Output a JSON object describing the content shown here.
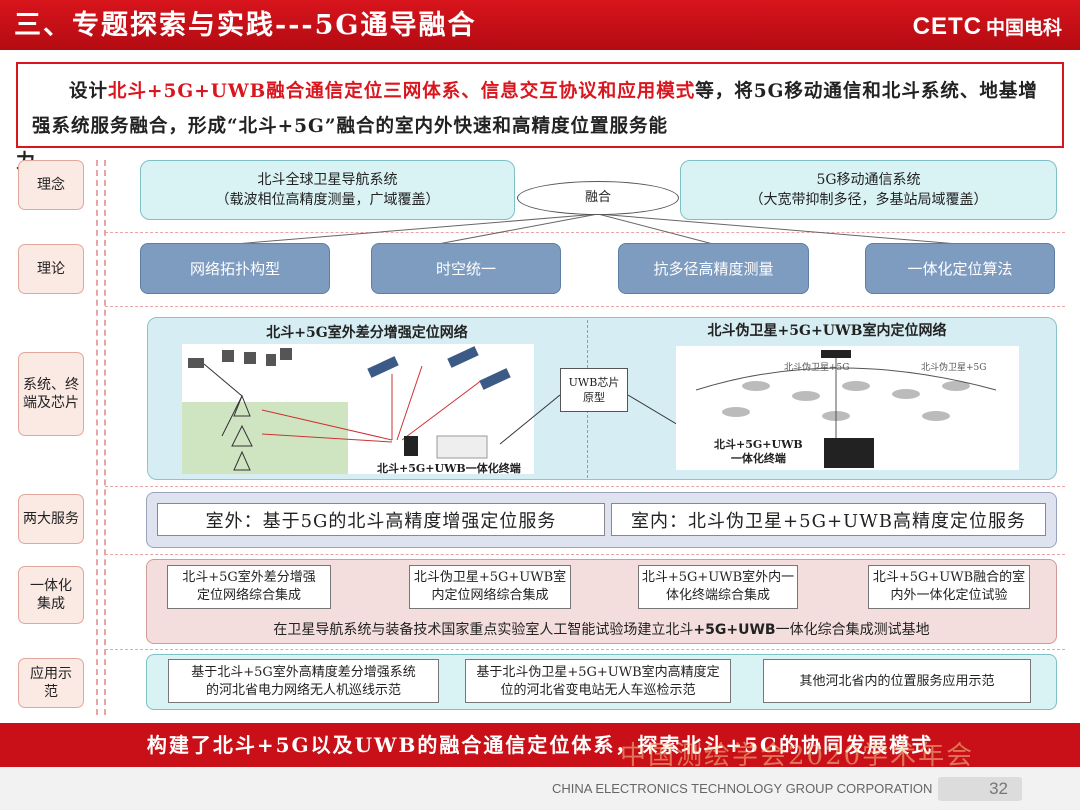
{
  "header": {
    "title": "三、专题探索与实践---5G通导融合",
    "logo_brand": "CETC",
    "logo_cn": "中国电科"
  },
  "intro": {
    "part1": "设计",
    "highlight1": "北斗+5G+UWB融合通信定位三网体系、信息交互协议和应用模式",
    "part2": "等，将5G移动通信和北斗系统、地基增强系统服务融合，形成“北斗+5G”融合的室内外快速和高精度位置服务能",
    "part3": "力。"
  },
  "rows": {
    "concept": "理念",
    "theory": "理论",
    "system": "系统、终端及芯片",
    "services": "两大服务",
    "integration": "一体化集成",
    "application": "应用示范"
  },
  "concept": {
    "left_line1": "北斗全球卫星导航系统",
    "left_line2": "（载波相位高精度测量，广域覆盖）",
    "center": "融合",
    "right_line1": "5G移动通信系统",
    "right_line2": "（大宽带抑制多径，多基站局域覆盖）"
  },
  "theory": [
    "网络拓扑构型",
    "时空统一",
    "抗多径高精度测量",
    "一体化定位算法"
  ],
  "system": {
    "left_title": "北斗+5G室外差分增强定位网络",
    "right_title": "北斗伪卫星+5G+UWB室内定位网络",
    "left_caption": "北斗+5G+UWB一体化终端",
    "chip_line1": "UWB芯片",
    "chip_line2": "原型",
    "right_caption_line1": "北斗+5G+UWB",
    "right_caption_line2": "一体化终端"
  },
  "services": {
    "outdoor": "室外：基于5G的北斗高精度增强定位服务",
    "indoor": "室内：北斗伪卫星+5G+UWB高精度定位服务"
  },
  "integration": {
    "items": [
      {
        "line1": "北斗+5G室外差分增强",
        "line2": "定位网络综合集成"
      },
      {
        "line1": "北斗伪卫星+5G+UWB室",
        "line2": "内定位网络综合集成"
      },
      {
        "line1": "北斗+5G+UWB室外内一",
        "line2": "体化终端综合集成"
      },
      {
        "line1": "北斗+5G+UWB融合的室",
        "line2": "内外一体化定位试验"
      }
    ],
    "note_part1": "在卫星导航系统与装备技术国家重点实验室人工智能试验场建立北斗",
    "note_part2": "+5G+UWB",
    "note_part3": "一体化综合集成测试基地"
  },
  "application": {
    "items": [
      {
        "line1": "基于北斗+5G室外高精度差分增强系统",
        "line2": "的河北省电力网络无人机巡线示范"
      },
      {
        "line1": "基于北斗伪卫星+5G+UWB室内高精度定",
        "line2": "位的河北省变电站无人车巡检示范"
      },
      {
        "line1": "其他河北省内的位置服务应用示范",
        "line2": ""
      }
    ]
  },
  "footer": {
    "banner": "构建了北斗+5G以及UWB的融合通信定位体系，探索北斗+5G的协同发展模式",
    "watermark": "中国测绘学会2020学术年会",
    "corporation": "CHINA ELECTRONICS TECHNOLOGY GROUP CORPORATION",
    "page": "32"
  },
  "colors": {
    "brand_red": "#d9161e",
    "concept_cyan": "#d9f2f4",
    "theory_blue": "#7e9bc0",
    "integration_pink": "#f4dedd"
  }
}
